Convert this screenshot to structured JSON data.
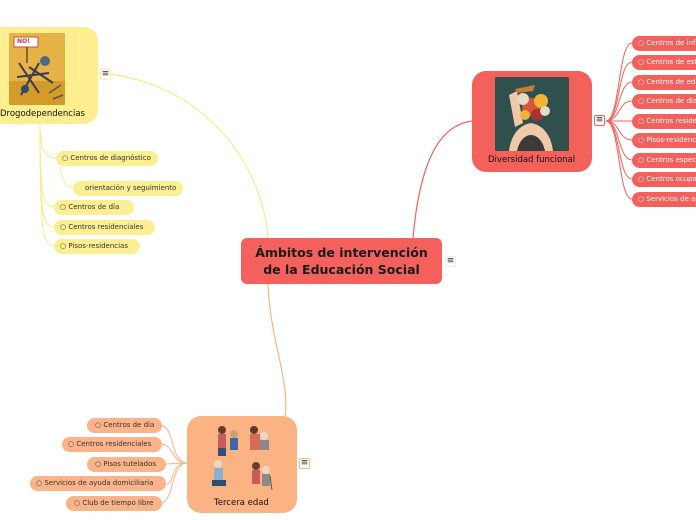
{
  "central": {
    "line1": "Ámbitos de intervención",
    "line2": "de la Educación Social"
  },
  "menu_icon": "≡",
  "bullet": "○",
  "colors": {
    "red": "#f4605c",
    "yellow": "#fbef94",
    "yellow_main": "#fdef90",
    "orange": "#fbb48a",
    "orange_main": "#fbb383"
  },
  "topics": {
    "drogo": {
      "title": "Drogodependencias",
      "image_icon": "drug-poster-illustration-icon",
      "image_text": "NO!",
      "children": [
        "Centros de diagnóstico",
        "orientación y seguimiento",
        "Centros de día",
        "Centros residenciales",
        "Pisos-residencias"
      ]
    },
    "diversidad": {
      "title": "Diversidad funcional",
      "image_icon": "woman-with-flowers-illustration-icon",
      "children": [
        "Centros de inf",
        "Centros de est",
        "Centros de edu",
        "Centros de día",
        "Centros reside",
        "Pisos-residenc",
        "Centros espec",
        "Centros ocupa",
        "Servicios de ap"
      ]
    },
    "tercera": {
      "title": "Tercera edad",
      "image_icon": "elderly-care-illustration-icon",
      "children": [
        "Centros de día",
        "Centros residenciales",
        "Pisos tutelados",
        "Servicios de ayuda domiciliaria",
        "Club de tiempo libre"
      ]
    }
  }
}
